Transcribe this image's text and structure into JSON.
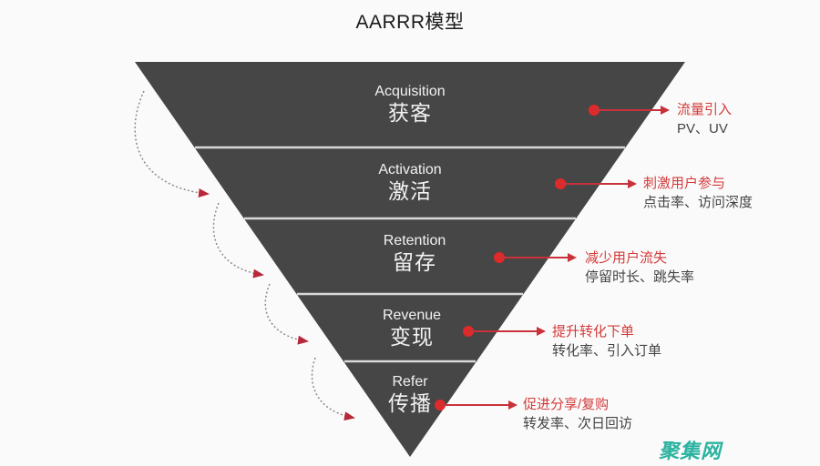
{
  "title": "AARRR模型",
  "colors": {
    "funnel_fill": "#464646",
    "divider": "#d9d9d9",
    "accent_red": "#d23a3a",
    "subtitle_gray": "#444444",
    "watermark_teal": "#2bb3a0",
    "background": "#fbfafa"
  },
  "layers": [
    {
      "en": "Acquisition",
      "zh": "获客",
      "callout_title": "流量引入",
      "callout_sub": "PV、UV"
    },
    {
      "en": "Activation",
      "zh": "激活",
      "callout_title": "刺激用户参与",
      "callout_sub": "点击率、访问深度"
    },
    {
      "en": "Retention",
      "zh": "留存",
      "callout_title": "减少用户流失",
      "callout_sub": "停留时长、跳失率"
    },
    {
      "en": "Revenue",
      "zh": "变现",
      "callout_title": "提升转化下单",
      "callout_sub": "转化率、引入订单"
    },
    {
      "en": "Refer",
      "zh": "传播",
      "callout_title": "促进分享/复购",
      "callout_sub": "转发率、次日回访"
    }
  ],
  "watermark": "聚集网"
}
